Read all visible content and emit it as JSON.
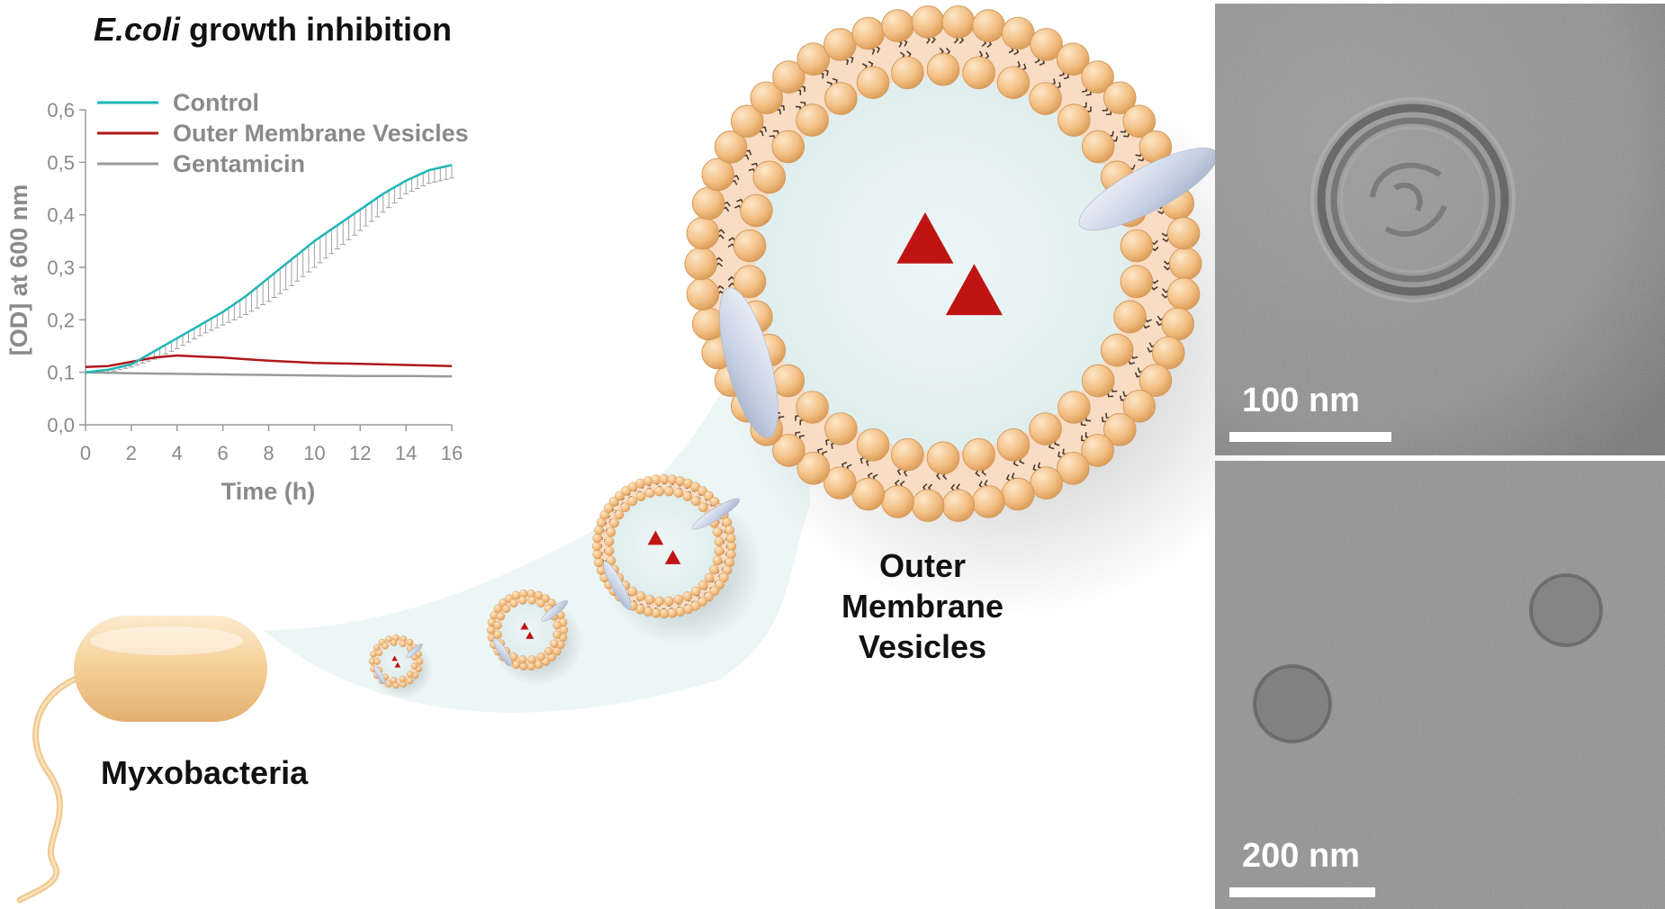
{
  "title": {
    "italic_part": "E.coli",
    "rest": " growth inhibition"
  },
  "chart_data": {
    "type": "line",
    "title": "E.coli growth inhibition",
    "xlabel": "Time (h)",
    "ylabel": "[OD] at 600 nm",
    "xlim": [
      0,
      16
    ],
    "ylim": [
      0,
      0.6
    ],
    "x_ticks": [
      "0",
      "2",
      "4",
      "6",
      "8",
      "10",
      "12",
      "14",
      "16"
    ],
    "y_ticks": [
      "0,0",
      "0,1",
      "0,2",
      "0,3",
      "0,4",
      "0,5",
      "0,6"
    ],
    "legend_position": "top-left",
    "grid": false,
    "series": [
      {
        "name": "Control",
        "color": "#1fb5b5",
        "x": [
          0,
          1,
          2,
          3,
          4,
          5,
          6,
          7,
          8,
          9,
          10,
          11,
          12,
          13,
          14,
          15,
          16
        ],
        "y": [
          0.1,
          0.105,
          0.115,
          0.14,
          0.165,
          0.19,
          0.215,
          0.245,
          0.28,
          0.315,
          0.35,
          0.38,
          0.41,
          0.44,
          0.465,
          0.485,
          0.495
        ],
        "error_lower": [
          0.1,
          0.1,
          0.11,
          0.125,
          0.145,
          0.17,
          0.19,
          0.21,
          0.235,
          0.265,
          0.3,
          0.335,
          0.37,
          0.405,
          0.44,
          0.46,
          0.47
        ]
      },
      {
        "name": "Outer Membrane Vesicles",
        "color": "#b01818",
        "x": [
          0,
          1,
          2,
          3,
          4,
          5,
          6,
          7,
          8,
          9,
          10,
          11,
          12,
          13,
          14,
          15,
          16
        ],
        "y": [
          0.11,
          0.112,
          0.12,
          0.128,
          0.132,
          0.13,
          0.128,
          0.125,
          0.122,
          0.12,
          0.118,
          0.117,
          0.116,
          0.115,
          0.114,
          0.113,
          0.112
        ]
      },
      {
        "name": "Gentamicin",
        "color": "#9a9a9a",
        "x": [
          0,
          2,
          4,
          6,
          8,
          10,
          12,
          14,
          16
        ],
        "y": [
          0.1,
          0.098,
          0.097,
          0.096,
          0.095,
          0.094,
          0.093,
          0.093,
          0.092
        ]
      }
    ]
  },
  "diagram": {
    "vesicle_label_lines": [
      "Outer",
      "Membrane",
      "Vesicles"
    ],
    "bacteria_label": "Myxobacteria",
    "colors": {
      "lipid_head": "#f3bf84",
      "lipid_fill": "#f9dcc4",
      "cargo": "#c01414",
      "protein": "#ccd6e8",
      "bacterium": "#f4cf95",
      "stream": "#e9f4f4"
    }
  },
  "micrographs": {
    "top": {
      "scale_label": "100 nm",
      "scale_fraction": 0.3
    },
    "bottom": {
      "scale_label": "200 nm",
      "scale_fraction": 0.27
    }
  }
}
